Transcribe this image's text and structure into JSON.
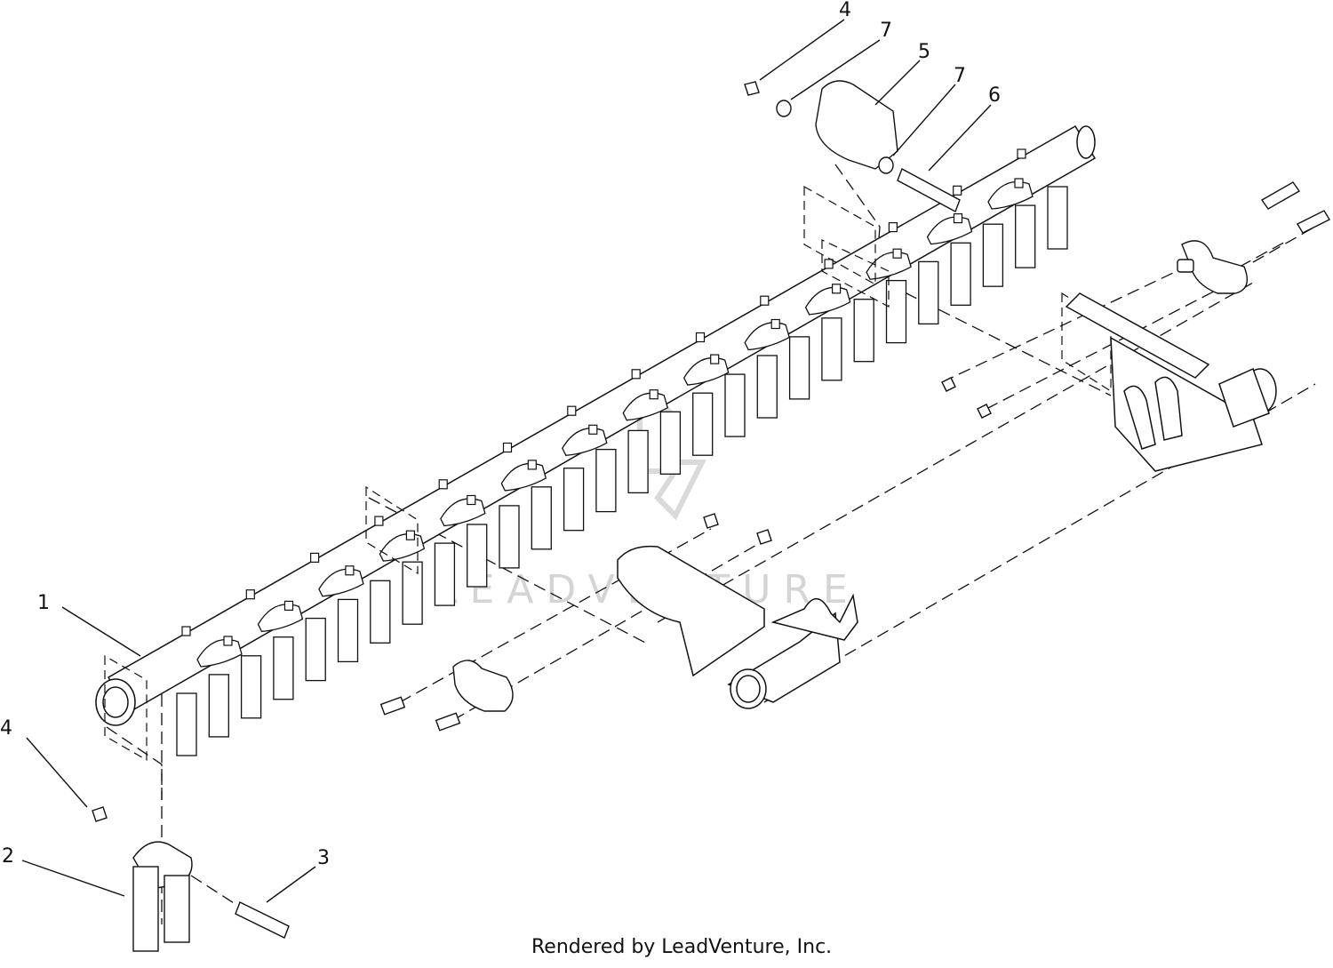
{
  "diagram": {
    "callouts": [
      {
        "id": "c4-top",
        "label": "4"
      },
      {
        "id": "c7-left",
        "label": "7"
      },
      {
        "id": "c5",
        "label": "5"
      },
      {
        "id": "c7-right",
        "label": "7"
      },
      {
        "id": "c6",
        "label": "6"
      },
      {
        "id": "c1",
        "label": "1"
      },
      {
        "id": "c4-bottom",
        "label": "4"
      },
      {
        "id": "c2",
        "label": "2"
      },
      {
        "id": "c3",
        "label": "3"
      }
    ],
    "watermark": "LEADVENTURE",
    "footer": "Rendered by LeadVenture, Inc.",
    "colors": {
      "line": "#111111",
      "fill": "#ffffff",
      "watermark": "#d4d4d4"
    }
  }
}
